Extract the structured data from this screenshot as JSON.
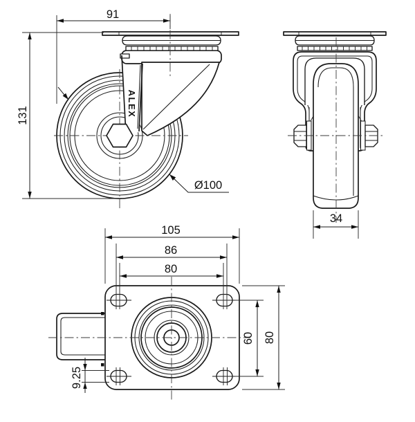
{
  "drawing": {
    "brand_logo": "ALEX",
    "colors": {
      "line": "#1a1a1a",
      "background": "#ffffff"
    },
    "dimensions": {
      "side_overall_width": "91",
      "side_overall_height": "131",
      "wheel_diameter": "Ø100",
      "wheel_width": "34",
      "plate_length": "105",
      "bolt_span_outer": "86",
      "bolt_span_inner": "80",
      "bolt_span_vertical": "60",
      "plate_width": "80",
      "slot_width": "9.25"
    }
  }
}
